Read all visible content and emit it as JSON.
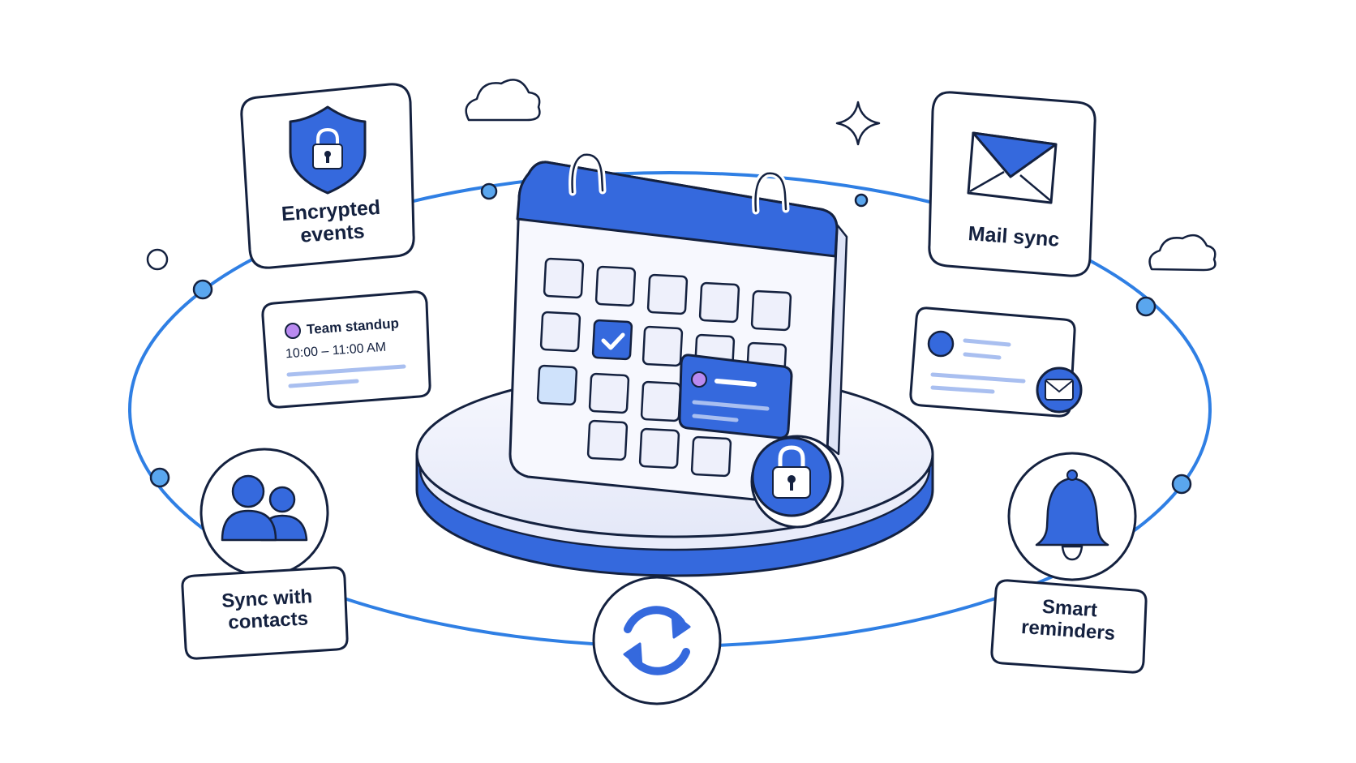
{
  "colors": {
    "accent": "#3569dd",
    "ring": "#2f7fe4",
    "outline": "#14213f",
    "light_tile": "#eef0fb",
    "pale_blue": "#cfe2fb",
    "bar": "#a9bff0"
  },
  "icons": {
    "encrypted_events": "shield-lock-icon",
    "mail_sync": "envelope-icon",
    "sync_contacts": "users-icon",
    "sync_center": "refresh-icon",
    "smart_reminders": "bell-icon",
    "calendar": "calendar-icon",
    "lock_badge": "padlock-icon"
  },
  "labels": {
    "encrypted_events": [
      "Encrypted",
      "events"
    ],
    "mail_sync": "Mail sync",
    "sync_contacts": [
      "Sync with",
      "contacts"
    ],
    "smart_reminders": [
      "Smart",
      "reminders"
    ]
  },
  "event_card": {
    "title": "Team standup",
    "time": "10:00 – 11:00 AM"
  }
}
